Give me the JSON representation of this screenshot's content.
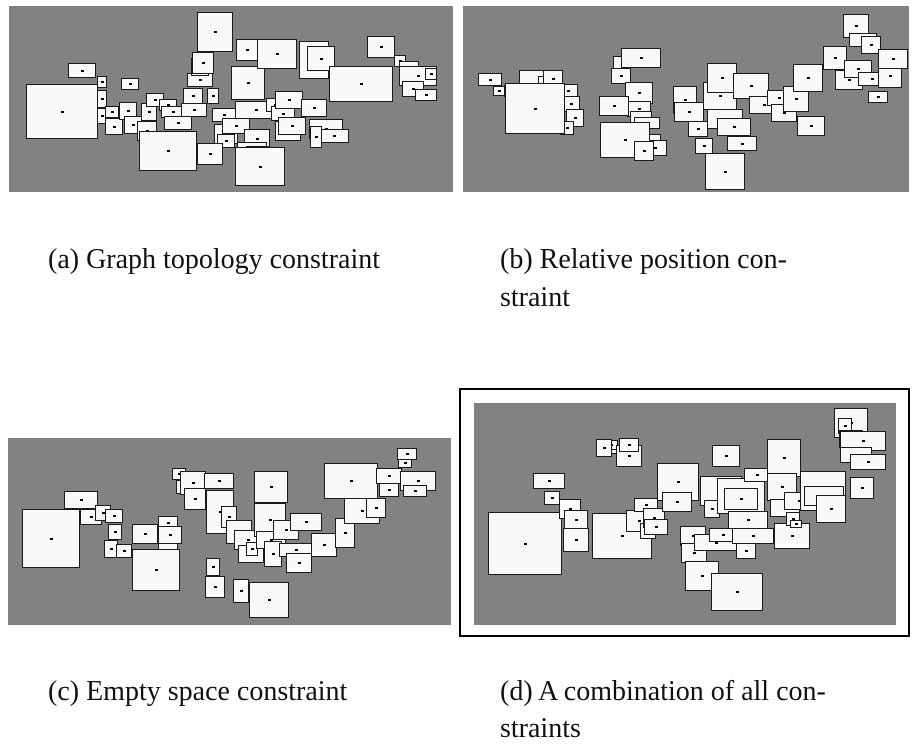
{
  "figure": {
    "subfigures": [
      {
        "id": "a",
        "caption": "(a) Graph topology constraint"
      },
      {
        "id": "b",
        "caption_line1": "(b)  Relative  position  con-",
        "caption_line2": "straint"
      },
      {
        "id": "c",
        "caption": "(c) Empty space constraint"
      },
      {
        "id": "d",
        "caption_line1": "(d) A combination of all con-",
        "caption_line2": "straints",
        "highlighted": true
      }
    ],
    "colors": {
      "canvas": "#828282",
      "room": "#f9f9f9",
      "outline": "#1a1a1a"
    }
  }
}
